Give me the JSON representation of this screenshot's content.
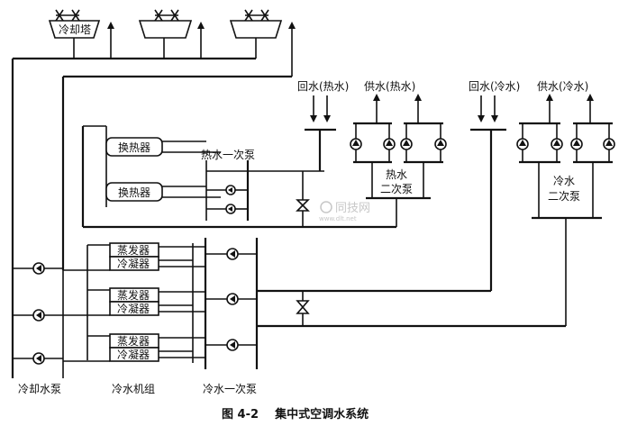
{
  "diagram": {
    "cooling_tower_label": "冷却塔",
    "heat_exchanger_label": "换热器",
    "hot_primary_pump_label": "热水一次泵",
    "return_hot_label": "回水(热水)",
    "supply_hot_label": "供水(热水)",
    "return_cold_label": "回水(冷水)",
    "supply_cold_label": "供水(冷水)",
    "hot_secondary_pump_line1": "热水",
    "hot_secondary_pump_line2": "二次泵",
    "cold_secondary_pump_line1": "冷水",
    "cold_secondary_pump_line2": "二次泵",
    "evaporator_label": "蒸发器",
    "condenser_label": "冷凝器",
    "cooling_water_pump_label": "冷却水泵",
    "chiller_unit_label": "冷水机组",
    "cold_primary_pump_label": "冷水一次泵",
    "caption": "图 4-2    集中式空调水系统",
    "watermark_main": "同技网",
    "watermark_sub": "www.dlt.net"
  },
  "colors": {
    "line": "#111111",
    "background": "#ffffff",
    "watermark": "#c7c7c7"
  }
}
